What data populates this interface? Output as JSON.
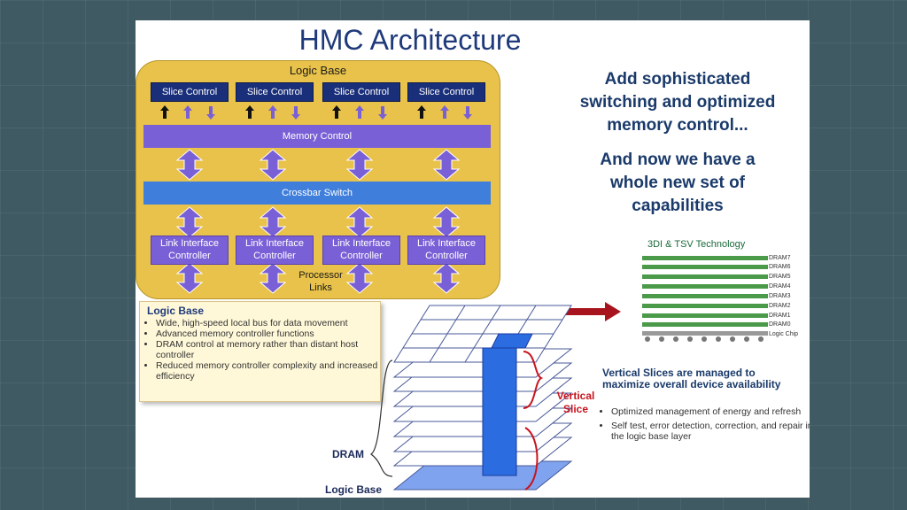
{
  "title": "HMC Architecture",
  "logic_base": {
    "header": "Logic Base",
    "slice_controls": [
      "Slice Control",
      "Slice Control",
      "Slice Control",
      "Slice Control"
    ],
    "memory_control": "Memory Control",
    "crossbar": "Crossbar Switch",
    "link_interfaces": [
      {
        "line1": "Link Interface",
        "line2": "Controller"
      },
      {
        "line1": "Link Interface",
        "line2": "Controller"
      },
      {
        "line1": "Link Interface",
        "line2": "Controller"
      },
      {
        "line1": "Link Interface",
        "line2": "Controller"
      }
    ],
    "processor_links": {
      "line1": "Processor",
      "line2": "Links"
    }
  },
  "callout": {
    "title": "Logic Base",
    "bullets": [
      "Wide, high-speed local bus for data movement",
      "Advanced memory controller functions",
      "DRAM control at memory rather than distant host controller",
      "Reduced memory controller complexity and increased efficiency"
    ]
  },
  "right_text": {
    "para1": [
      "Add sophisticated",
      "switching and optimized",
      "memory control..."
    ],
    "para2": [
      "And now we have a",
      "whole new set of",
      "capabilities"
    ]
  },
  "tsv": {
    "title": "3DI & TSV Technology",
    "layers": [
      "DRAM7",
      "DRAM6",
      "DRAM5",
      "DRAM4",
      "DRAM3",
      "DRAM2",
      "DRAM1",
      "DRAM0",
      "Logic Chip"
    ]
  },
  "vertical_slices": {
    "title": "Vertical Slices are managed to maximize overall device availability",
    "bullets": [
      "Optimized management of energy and refresh",
      "Self test, error detection, correction, and repair in the logic base layer"
    ]
  },
  "stack_labels": {
    "vertical_slice": {
      "line1": "Vertical",
      "line2": "Slice"
    },
    "dram": "DRAM",
    "logic_base": "Logic Base"
  },
  "colors": {
    "logic_base": "#e8c24a",
    "slice_control": "#1a2f7a",
    "memory_control": "#7a60d6",
    "crossbar": "#3f7edb",
    "arrow": "#7a60d6",
    "vertical_slice": "#c8141e",
    "title": "#1f3a7a"
  }
}
